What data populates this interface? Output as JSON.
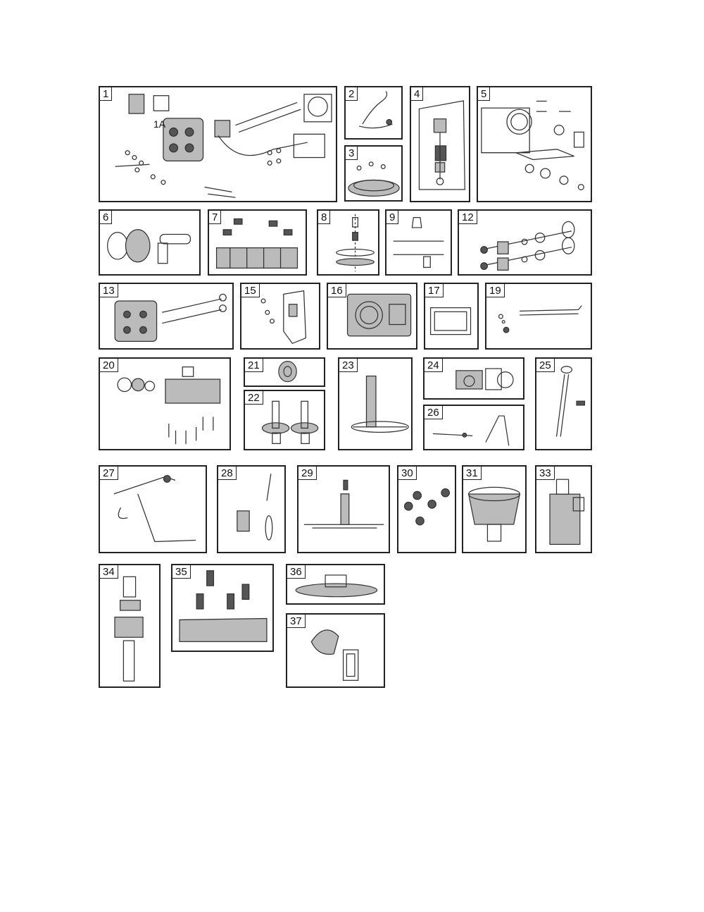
{
  "panels": [
    {
      "id": "1",
      "extra": "1A"
    },
    {
      "id": "2"
    },
    {
      "id": "3"
    },
    {
      "id": "4"
    },
    {
      "id": "5"
    },
    {
      "id": "6"
    },
    {
      "id": "7"
    },
    {
      "id": "8"
    },
    {
      "id": "9"
    },
    {
      "id": "12"
    },
    {
      "id": "13"
    },
    {
      "id": "15"
    },
    {
      "id": "16"
    },
    {
      "id": "17"
    },
    {
      "id": "19"
    },
    {
      "id": "20"
    },
    {
      "id": "21"
    },
    {
      "id": "22"
    },
    {
      "id": "23"
    },
    {
      "id": "24"
    },
    {
      "id": "25"
    },
    {
      "id": "26"
    },
    {
      "id": "27"
    },
    {
      "id": "28"
    },
    {
      "id": "29"
    },
    {
      "id": "30"
    },
    {
      "id": "31"
    },
    {
      "id": "33"
    },
    {
      "id": "34"
    },
    {
      "id": "35"
    },
    {
      "id": "36"
    },
    {
      "id": "37"
    }
  ]
}
